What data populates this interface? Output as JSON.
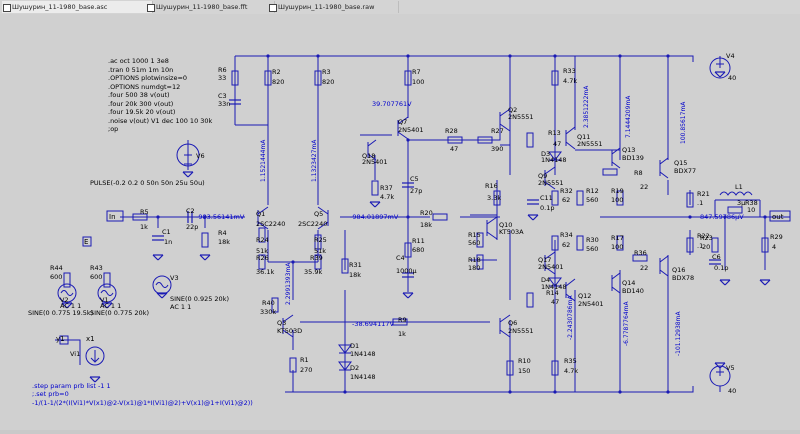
{
  "tabs": [
    {
      "label": "Шушурин_11-1980_base.asc",
      "active": true
    },
    {
      "label": "Шушурин_11-1980_base.fft",
      "active": false
    },
    {
      "label": "Шушурин_11-1980_base.raw",
      "active": false
    }
  ],
  "directives": [
    ".ac oct 1000 1 3e8",
    ".tran 0 51m 1m 10n",
    ".OPTIONS plotwinsize=0",
    ".OPTIONS numdgt=12",
    ".four 500 38 v(out)",
    ".four 20k 300 v(out)",
    ".four 19.5k 20 v(out)",
    ".noise v(out) V1 dec 100 10 30k",
    ";op"
  ],
  "pulse": "PULSE(-0.2 0.2 0 50n 50n 25u 50u)",
  "step": [
    ".step param prb list -1 1",
    ";.set prb=0",
    "-1/(1-1/(2*(I(Vi1)*V(x1)@2-V(x1)@1*I(Vi1)@2)+V(x1)@1+I(Vi1)@2))"
  ],
  "components": {
    "R6": {
      "name": "R6",
      "value": "33"
    },
    "C3": {
      "name": "C3",
      "value": "33n"
    },
    "R2": {
      "name": "R2",
      "value": "820"
    },
    "R3": {
      "name": "R3",
      "value": "820"
    },
    "R7": {
      "name": "R7",
      "value": "100"
    },
    "Q7": {
      "name": "Q7",
      "value": "2N5401"
    },
    "Q18": {
      "name": "Q18",
      "value": "2N5401"
    },
    "R37": {
      "name": "R37",
      "value": "4.7k"
    },
    "C5": {
      "name": "C5",
      "value": "27p"
    },
    "R11": {
      "name": "R11",
      "value": "680"
    },
    "C4": {
      "name": "C4",
      "value": "1000μ"
    },
    "R28": {
      "name": "R28",
      "value": "47"
    },
    "R27": {
      "name": "R27",
      "value": "390"
    },
    "Q2": {
      "name": "Q2",
      "value": "2N5551"
    },
    "R33": {
      "name": "R33",
      "value": "4.7k"
    },
    "R13": {
      "name": "R13",
      "value": "47"
    },
    "Q11": {
      "name": "Q11",
      "value": "2N5551"
    },
    "D3": {
      "name": "D3",
      "value": "1N4148"
    },
    "Q13": {
      "name": "Q13",
      "value": "BD139"
    },
    "Q15": {
      "name": "Q15",
      "value": "BDX77"
    },
    "R8": {
      "name": "R8",
      "value": "22"
    },
    "R32": {
      "name": "R32",
      "value": "62"
    },
    "R12": {
      "name": "R12",
      "value": "560"
    },
    "R19": {
      "name": "R19",
      "value": "100"
    },
    "R21": {
      "name": "R21",
      "value": ".1"
    },
    "L1": {
      "name": "L1",
      "value": "3μ"
    },
    "R38": {
      "name": "R38",
      "value": "10"
    },
    "R22": {
      "name": "R22",
      "value": ".1"
    },
    "R23": {
      "name": "R23",
      "value": "20"
    },
    "C6": {
      "name": "C6",
      "value": "0.1p"
    },
    "R29": {
      "name": "R29",
      "value": "4"
    },
    "R16": {
      "name": "R16",
      "value": "3.3k"
    },
    "C11": {
      "name": "C11",
      "value": "0.1p"
    },
    "R15": {
      "name": "R15",
      "value": "560"
    },
    "R18": {
      "name": "R18",
      "value": "180"
    },
    "Q10": {
      "name": "Q10",
      "value": "KT503A"
    },
    "Q9": {
      "name": "Q9",
      "value": "2N5551"
    },
    "R34": {
      "name": "R34",
      "value": "62"
    },
    "R30": {
      "name": "R30",
      "value": "560"
    },
    "R17": {
      "name": "R17",
      "value": "100"
    },
    "R36": {
      "name": "R36",
      "value": "22"
    },
    "Q16": {
      "name": "Q16",
      "value": "BDX78"
    },
    "D4": {
      "name": "D4",
      "value": "1N4148"
    },
    "R14": {
      "name": "R14",
      "value": "47"
    },
    "Q17": {
      "name": "Q17",
      "value": "2N5401"
    },
    "Q12": {
      "name": "Q12",
      "value": "2N5401"
    },
    "Q14": {
      "name": "Q14",
      "value": "BD140"
    },
    "R35": {
      "name": "R35",
      "value": "4.7k"
    },
    "Q6": {
      "name": "Q6",
      "value": "2N5551"
    },
    "R10": {
      "name": "R10",
      "value": "150"
    },
    "R5": {
      "name": "R5",
      "value": "1k"
    },
    "C2": {
      "name": "C2",
      "value": "22p"
    },
    "C1": {
      "name": "C1",
      "value": "1n"
    },
    "R4": {
      "name": "R4",
      "value": "18k"
    },
    "Q1": {
      "name": "Q1",
      "value": "2SC2240"
    },
    "Q5": {
      "name": "Q5",
      "value": "2SC2240"
    },
    "R24": {
      "name": "R24",
      "value": "51k"
    },
    "R26": {
      "name": "R26",
      "value": "36.1k"
    },
    "R25": {
      "name": "R25",
      "value": "51k"
    },
    "R39": {
      "name": "R39",
      "value": "35.9k"
    },
    "R31": {
      "name": "R31",
      "value": "18k"
    },
    "R20": {
      "name": "R20",
      "value": "18k"
    },
    "R40": {
      "name": "R40",
      "value": "330k"
    },
    "Q3": {
      "name": "Q3",
      "value": "KT503D"
    },
    "R1": {
      "name": "R1",
      "value": "270"
    },
    "D1": {
      "name": "D1",
      "value": "1N4148"
    },
    "D2": {
      "name": "D2",
      "value": "1N4148"
    },
    "R9": {
      "name": "R9",
      "value": "1k"
    },
    "R44": {
      "name": "R44",
      "value": "600"
    },
    "R43": {
      "name": "R43",
      "value": "600"
    },
    "V6": {
      "name": "V6",
      "value": ""
    },
    "V2": {
      "name": "V2",
      "value": "AC 1 1",
      "spec": "SINE(0 0.775 19.5k)"
    },
    "V1": {
      "name": "V1",
      "value": "AC 1 1",
      "spec": "SINE(0 0.775 20k)"
    },
    "V3": {
      "name": "V3",
      "value": "AC 1 1",
      "spec": "SINE(0 0.925 20k)"
    },
    "V4": {
      "name": "V4",
      "value": "40"
    },
    "V5": {
      "name": "V5",
      "value": "40"
    },
    "Vi1": {
      "name": "Vi1",
      "value": ""
    }
  },
  "labels": {
    "in": "In",
    "out": "out",
    "x1": "x1",
    "y1": "y1",
    "E": "E"
  },
  "voltages": [
    {
      "id": "v1",
      "text": "-983.56141mV"
    },
    {
      "id": "v2",
      "text": "-984.01897mV"
    },
    {
      "id": "v3",
      "text": "39.707761V"
    },
    {
      "id": "v4",
      "text": "847.59786μV"
    },
    {
      "id": "v5",
      "text": "-38.694117V"
    }
  ],
  "currents": [
    {
      "id": "i1",
      "text": "1.1521444mA"
    },
    {
      "id": "i2",
      "text": "1.1323427mA"
    },
    {
      "id": "i3",
      "text": "2.3851222mA"
    },
    {
      "id": "i4",
      "text": "7.1444209mA"
    },
    {
      "id": "i5",
      "text": "100.85617mA"
    },
    {
      "id": "i6",
      "text": "2.2991393mA"
    },
    {
      "id": "i7",
      "text": "-2.2430786mA"
    },
    {
      "id": "i8",
      "text": "-6.7787764mA"
    },
    {
      "id": "i9",
      "text": "-101.12938mA"
    }
  ],
  "colors": {
    "wire": "#1a1ab4",
    "ground": "#1a1ab4",
    "text": "#000000",
    "voltage_label": "#0000cc",
    "current_label": "#0000cc",
    "background": "#d0d0d0"
  }
}
